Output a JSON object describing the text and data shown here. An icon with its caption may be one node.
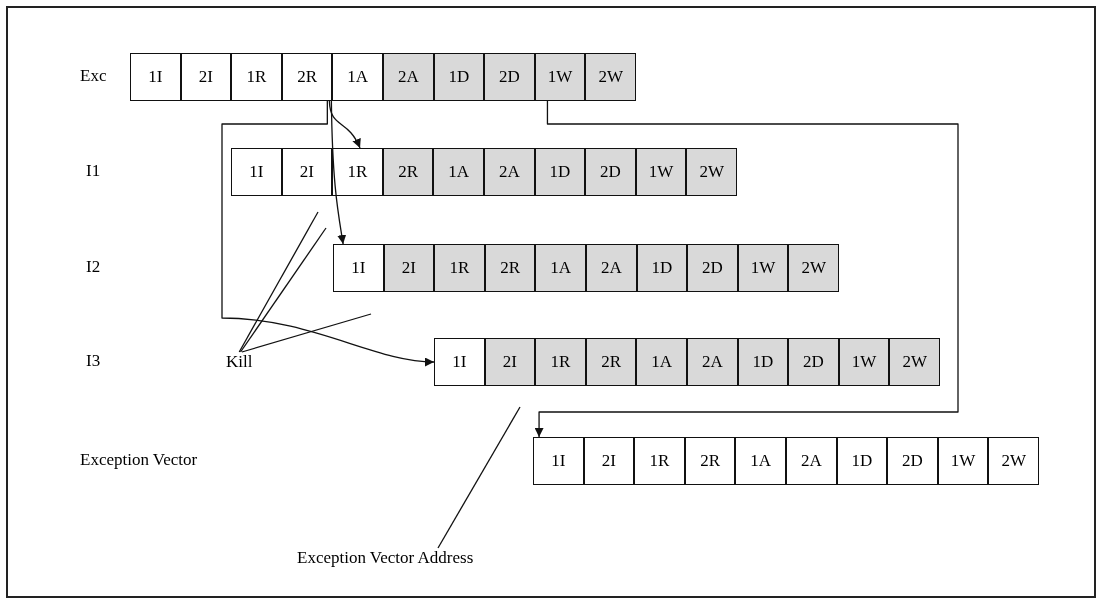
{
  "diagram": {
    "nodes": [
      {
        "text": [
          "1I"
        ]
      },
      {
        "text": [
          "2I"
        ]
      },
      {
        "text": [
          "1R"
        ]
      },
      {
        "text": [
          "2R"
        ]
      },
      {
        "text": [
          "1A"
        ]
      },
      {
        "text": [
          "2A"
        ]
      },
      {
        "text": [
          "1D"
        ]
      },
      {
        "text": [
          "2D"
        ]
      },
      {
        "text": [
          "1W"
        ]
      },
      {
        "text": [
          "2W"
        ]
      },
      {
        "text": [
          "1I"
        ]
      },
      {
        "text": [
          "2I"
        ]
      },
      {
        "text": [
          "1R"
        ]
      },
      {
        "text": [
          "2R"
        ]
      },
      {
        "text": [
          "1A"
        ]
      },
      {
        "text": [
          "2A"
        ]
      },
      {
        "text": [
          "1D"
        ]
      },
      {
        "text": [
          "2D"
        ]
      },
      {
        "text": [
          "1W"
        ]
      },
      {
        "text": [
          "2W"
        ]
      },
      {
        "text": [
          "1I"
        ]
      },
      {
        "text": [
          "2I"
        ]
      },
      {
        "text": [
          "1R"
        ]
      },
      {
        "text": [
          "2R"
        ]
      },
      {
        "text": [
          "1A"
        ]
      },
      {
        "text": [
          "2A"
        ]
      },
      {
        "text": [
          "1D"
        ]
      },
      {
        "text": [
          "2D"
        ]
      },
      {
        "text": [
          "1W"
        ]
      },
      {
        "text": [
          "2W"
        ]
      },
      {
        "text": [
          "1I"
        ]
      },
      {
        "text": [
          "2I"
        ]
      },
      {
        "text": [
          "1R"
        ]
      },
      {
        "text": [
          "2R"
        ]
      },
      {
        "text": [
          "1A"
        ]
      },
      {
        "text": [
          "2A"
        ]
      },
      {
        "text": [
          "1D"
        ]
      },
      {
        "text": [
          "2D"
        ]
      },
      {
        "text": [
          "1W"
        ]
      },
      {
        "text": [
          "2W"
        ]
      },
      {
        "text": [
          "1I"
        ]
      },
      {
        "text": [
          "2I"
        ]
      },
      {
        "text": [
          "1R"
        ]
      },
      {
        "text": [
          "2R"
        ]
      },
      {
        "text": [
          "1A"
        ]
      },
      {
        "text": [
          "2A"
        ]
      },
      {
        "text": [
          "1D"
        ]
      },
      {
        "text": [
          "2D"
        ]
      },
      {
        "text": [
          "1W"
        ]
      },
      {
        "text": [
          "2W"
        ]
      },
      {
        "text": [
          "Kill"
        ]
      },
      {
        "text": [
          "Exception Vector Address"
        ]
      }
    ],
    "edges": [
      {
        "from": 3,
        "to": 12,
        "arrow": "to"
      },
      {
        "from": 3,
        "to": 20,
        "arrow": "to"
      },
      {
        "from": 3,
        "to": 30,
        "arrow": "to"
      },
      {
        "from": 8,
        "to": 40,
        "arrow": "to"
      },
      {
        "from": 50,
        "to": null,
        "arrow": "none"
      },
      {
        "from": 50,
        "to": null,
        "arrow": "none"
      },
      {
        "from": 50,
        "to": null,
        "arrow": "none"
      },
      {
        "from": 51,
        "to": null,
        "arrow": "none"
      }
    ],
    "labels": [
      "Exc",
      "I1",
      "I2",
      "I3",
      "Exception Vector"
    ]
  }
}
